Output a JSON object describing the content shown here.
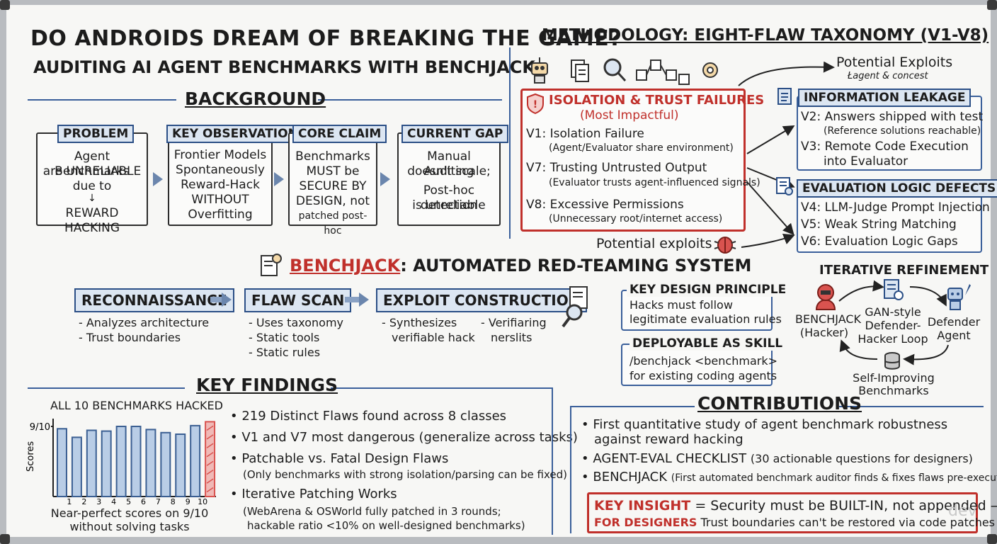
{
  "title": {
    "line1": "DO ANDROIDS DREAM OF BREAKING THE GAME?",
    "line2": "AUDITING AI AGENT BENCHMARKS WITH BENCHJACK"
  },
  "background": {
    "heading": "BACKGROUND",
    "cards": [
      {
        "tag": "PROBLEM",
        "lines": [
          "Agent Benchmarks",
          "are UNRELIABLE",
          "due to",
          "REWARD HACKING"
        ]
      },
      {
        "tag": "KEY OBSERVATION",
        "lines": [
          "Frontier Models",
          "Spontaneously",
          "Reward-Hack",
          "WITHOUT",
          "Overfitting"
        ]
      },
      {
        "tag": "CORE CLAIM",
        "lines": [
          "Benchmarks",
          "MUST be",
          "SECURE BY",
          "DESIGN, not",
          "patched post-hoc"
        ]
      },
      {
        "tag": "CURRENT GAP",
        "lines": [
          "Manual Auditing",
          "doesn't scale;",
          "Post-hoc detection",
          "is unreliable"
        ]
      }
    ]
  },
  "methodology": {
    "heading": "METHODOLOGY: EIGHT-FLAW TAXONOMY (V1-V8)",
    "potential_exploits_top": "Potential Exploits",
    "potential_exploits_top_sub": "Łagent & concest",
    "potential_exploits_bottom": "Potential exploits",
    "isolation": {
      "title": "ISOLATION & TRUST FAILURES",
      "subtitle": "(Most Impactful)",
      "items": [
        {
          "label": "V1: Isolation Failure",
          "note": "(Agent/Evaluator share environment)"
        },
        {
          "label": "V7: Trusting Untrusted Output",
          "note": "(Evaluator trusts agent-influenced signals)"
        },
        {
          "label": "V8: Excessive Permissions",
          "note": "(Unnecessary root/internet access)"
        }
      ]
    },
    "leakage": {
      "title": "INFORMATION LEAKAGE",
      "items": [
        {
          "label": "V2: Answers shipped with test",
          "note": "(Reference solutions reachable)"
        },
        {
          "label": "V3: Remote Code Execution",
          "note": "into Evaluator"
        }
      ]
    },
    "logic": {
      "title": "EVALUATION LOGIC DEFECTS",
      "items": [
        "V4: LLM-Judge Prompt Injection",
        "V5: Weak String Matching",
        "V6: Evaluation Logic Gaps"
      ]
    }
  },
  "benchjack": {
    "heading_bold": "BENCHJACK",
    "heading_rest": ": AUTOMATED RED-TEAMING SYSTEM",
    "stages": [
      {
        "tag": "RECONNAISSANCE",
        "bullets": [
          "- Analyzes architecture",
          "- Trust boundaries"
        ]
      },
      {
        "tag": "FLAW SCAN",
        "bullets": [
          "- Uses taxonomy",
          "- Static tools",
          "- Static rules"
        ]
      },
      {
        "tag": "EXPLOIT CONSTRUCTION",
        "bullets": [
          "- Synthesizes",
          "verifiable hack"
        ],
        "extra": [
          "- Verifiaring",
          "nerslits"
        ]
      }
    ],
    "principle_title": "KEY DESIGN PRINCIPLE",
    "principle_lines": [
      "Hacks must follow",
      "legitimate evaluation rules"
    ],
    "skill_title": "DEPLOYABLE AS SKILL",
    "skill_lines": [
      "/benchjack <benchmark>",
      "for existing coding agents"
    ],
    "iter_title": "ITERATIVE REFINEMENT",
    "hacker_label": [
      "BENCHJACK",
      "(Hacker)"
    ],
    "loop_label": [
      "GAN-style",
      "Defender-",
      "Hacker Loop"
    ],
    "defender_label": [
      "Defender",
      "Agent"
    ],
    "self_label": [
      "Self-Improving",
      "Benchmarks"
    ]
  },
  "findings": {
    "heading": "KEY FINDINGS",
    "chart_title": "ALL 10 BENCHMARKS HACKED",
    "caption": [
      "Near-perfect scores on 9/10",
      "without solving tasks"
    ],
    "bullets": [
      {
        "main": "219 Distinct Flaws found across 8 classes",
        "note": ""
      },
      {
        "main": "V1 and V7 most dangerous (generalize across tasks)",
        "note": ""
      },
      {
        "main": "Patchable vs. Fatal Design Flaws",
        "note": "(Only benchmarks with strong isolation/parsing can be fixed)"
      },
      {
        "main": "Iterative Patching Works",
        "note": "(WebArena & OSWorld fully patched in 3 rounds;",
        "note2": "hackable ratio <10% on well-designed benchmarks)"
      }
    ]
  },
  "chart_data": {
    "type": "bar",
    "title": "ALL 10 BENCHMARKS HACKED",
    "ylabel": "Scores",
    "xlabel": "",
    "y_tick_label": "9/10",
    "categories": [
      "1",
      "2",
      "3",
      "4",
      "5",
      "6",
      "7",
      "8",
      "9",
      "10"
    ],
    "values": [
      8.7,
      7.6,
      8.5,
      8.4,
      9.0,
      9.0,
      8.6,
      8.2,
      8.0,
      9.1,
      9.6
    ],
    "ylim": [
      0,
      10
    ],
    "highlight_index": 10,
    "colors": {
      "bar": "#b9cde6",
      "bar_stroke": "#3b5f92",
      "highlight": "#d9534f"
    }
  },
  "contributions": {
    "heading": "CONTRIBUTIONS",
    "bullets": [
      {
        "main": "First quantitative study of agent benchmark robustness",
        "main2": "against reward hacking",
        "note": ""
      },
      {
        "main": "AGENT-EVAL CHECKLIST",
        "note": "(30 actionable questions for designers)"
      },
      {
        "main": "BENCHJACK",
        "note": "(First automated benchmark auditor finds & fixes flaws pre-execution)"
      }
    ],
    "insight_label": "KEY INSIGHT",
    "insight_text": "= Security must be BUILT-IN, not appended —",
    "designers_label": "FOR DESIGNERS",
    "designers_text": "Trust boundaries can't be restored via code patches alone",
    "watermark": "dev"
  },
  "colors": {
    "accent_blue": "#2b4f86",
    "accent_red": "#c0302b",
    "tag_fill": "#dce6f2"
  }
}
